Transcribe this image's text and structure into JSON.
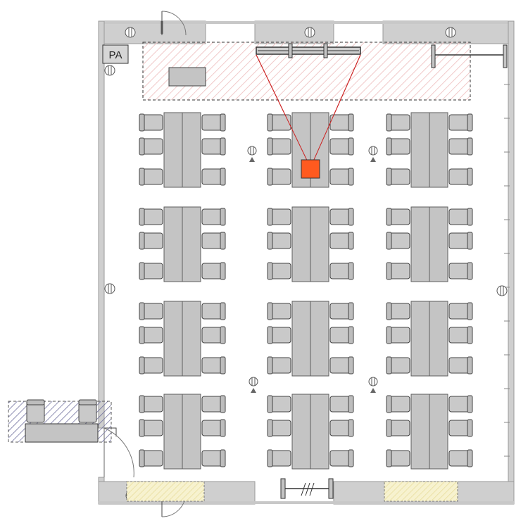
{
  "labels": {
    "pa": "PA",
    "divider_mark": "///"
  },
  "colors": {
    "wall": "#cfcfcf",
    "table": "#c4c4c4",
    "chair": "#c9c9c9",
    "stage_hatch": "#f1c9c9",
    "projector_beam": "#cc2222",
    "projector_device": "#ff5a1f",
    "door_mat": "#f7f2cf",
    "annex_hatch": "#6a6a9a"
  },
  "layout_desc": {
    "table_columns": 3,
    "table_rows": 4,
    "chairs_per_side": 3
  }
}
